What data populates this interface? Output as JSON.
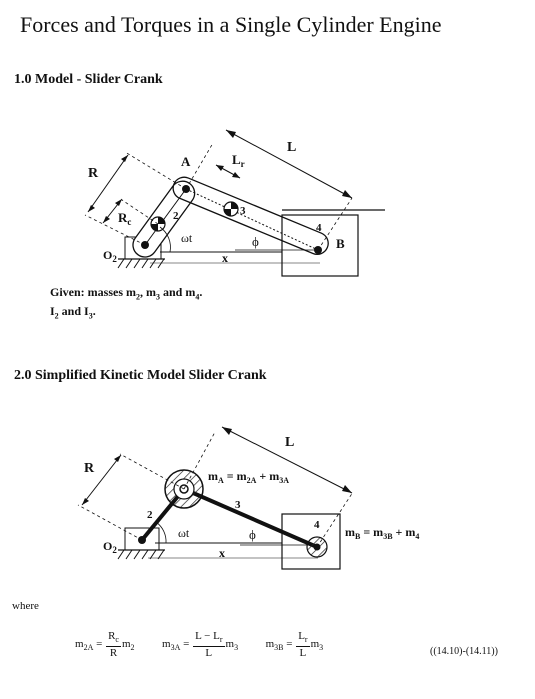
{
  "title": "Forces and Torques in a Single Cylinder Engine",
  "section1": {
    "heading": "1.0  Model - Slider Crank",
    "labels": {
      "R": "R",
      "Rc": "R",
      "Rc_sub": "c",
      "L": "L",
      "Lr": "L",
      "Lr_sub": "r",
      "A": "A",
      "B": "B",
      "O2": "O",
      "O2_sub": "2",
      "link2": "2",
      "link3": "3",
      "link4": "4",
      "wt": "ωt",
      "phi": "ϕ",
      "x": "x"
    },
    "given_line1": "Given: masses m",
    "given_m2": "2",
    "given_mid1": ", m",
    "given_m3": "3",
    "given_mid2": " and m",
    "given_m4": "4",
    "given_end1": ".",
    "given_line2a": "I",
    "given_i2": "2",
    "given_line2b": " and I",
    "given_i3": "3",
    "given_end2": "."
  },
  "section2": {
    "heading": "2.0  Simplified Kinetic Model Slider Crank",
    "labels": {
      "R": "R",
      "L": "L",
      "O2": "O",
      "O2_sub": "2",
      "link2": "2",
      "link3": "3",
      "link4": "4",
      "wt": "ωt",
      "phi": "ϕ",
      "x": "x",
      "mA": "m",
      "mA_sub": "A",
      "mA_eq": " = m",
      "m2A_sub": "2A",
      "mA_plus": " + m",
      "m3A_sub": "3A",
      "mB": "m",
      "mB_sub": "B",
      "mB_eq": " = m",
      "m3B_sub": "3B",
      "mB_plus": " + m",
      "m4_sub": "4"
    }
  },
  "where": "where",
  "equations": {
    "e1_lhs": "m",
    "e1_lhs_sub": "2A",
    "e1_eq": " = ",
    "e1_num": "R",
    "e1_num_sub": "c",
    "e1_den": "R",
    "e1_m": "m",
    "e1_m_sub": "2",
    "e2_lhs": "m",
    "e2_lhs_sub": "3A",
    "e2_eq": " = ",
    "e2_num": "L − L",
    "e2_num_sub": "r",
    "e2_den": "L",
    "e2_m": "m",
    "e2_m_sub": "3",
    "e3_lhs": "m",
    "e3_lhs_sub": "3B",
    "e3_eq": " = ",
    "e3_num": "L",
    "e3_num_sub": "r",
    "e3_den": "L",
    "e3_m": "m",
    "e3_m_sub": "3",
    "ref": "((14.10)-(14.11))"
  }
}
